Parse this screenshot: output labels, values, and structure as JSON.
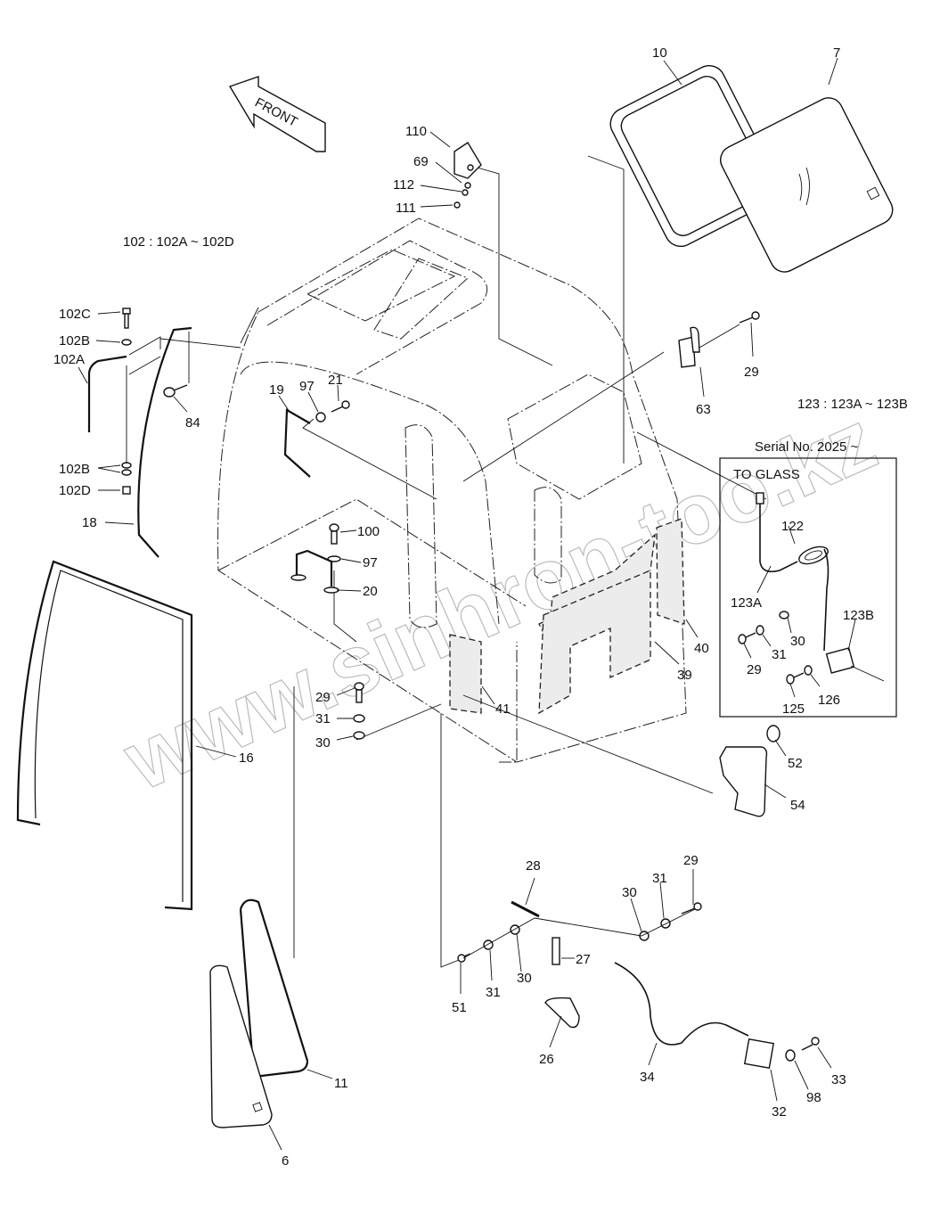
{
  "title": "Cab parts exploded diagram",
  "notes": {
    "group_102": "102 : 102A ~ 102D",
    "group_123": "123 : 123A ~ 123B",
    "serial": "Serial No. 2025 ~",
    "to_glass": "TO GLASS",
    "front_arrow": "FRONT"
  },
  "watermark": "www.sinhron-too.kz",
  "labels": {
    "p110": "110",
    "p69": "69",
    "p112": "112",
    "p111": "111",
    "p10": "10",
    "p7": "7",
    "p102C": "102C",
    "p102B_top": "102B",
    "p102A": "102A",
    "p84": "84",
    "p102B_bot": "102B",
    "p102D": "102D",
    "p18": "18",
    "p19": "19",
    "p97_top": "97",
    "p21": "21",
    "p100": "100",
    "p97_mid": "97",
    "p20": "20",
    "p29_left": "29",
    "p31_left": "31",
    "p30_left": "30",
    "p63": "63",
    "p29_63": "29",
    "p122": "122",
    "p123A": "123A",
    "p123B": "123B",
    "p30_box": "30",
    "p31_box": "31",
    "p29_box": "29",
    "p125": "125",
    "p126": "126",
    "p40": "40",
    "p39": "39",
    "p41": "41",
    "p52": "52",
    "p54": "54",
    "p16": "16",
    "p11": "11",
    "p6": "6",
    "p28": "28",
    "p29_bot": "29",
    "p31_bot_r": "31",
    "p30_bot_r": "30",
    "p27": "27",
    "p51": "51",
    "p31_bot_l": "31",
    "p30_bot_l": "30",
    "p26": "26",
    "p34": "34",
    "p32": "32",
    "p98": "98",
    "p33": "33"
  }
}
